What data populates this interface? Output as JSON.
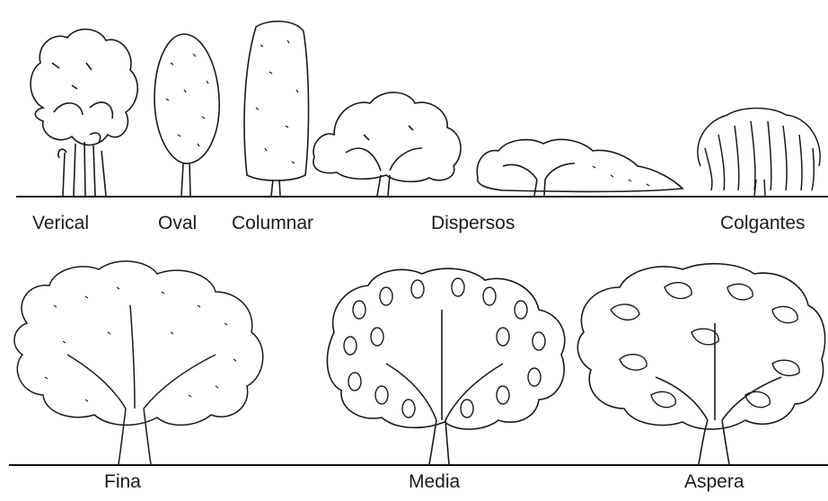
{
  "diagram": {
    "top_row": {
      "labels": [
        "Verical",
        "Oval",
        "Columnar",
        "Dispersos",
        "Colgantes"
      ]
    },
    "bottom_row": {
      "labels": [
        "Fina",
        "Media",
        "Aspera"
      ]
    }
  },
  "colors": {
    "ink": "#1a1a1a",
    "background": "#ffffff"
  }
}
